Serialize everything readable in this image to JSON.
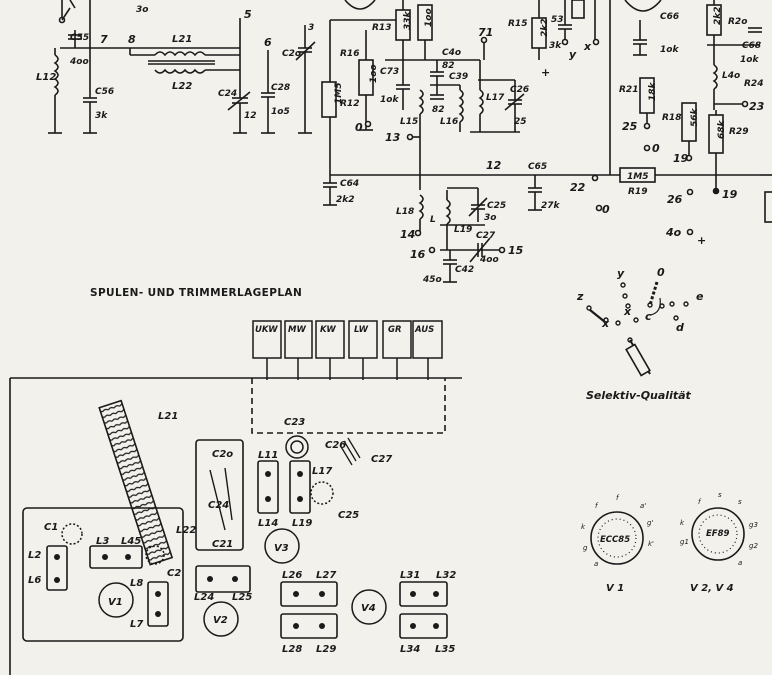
{
  "plan_title": "SPULEN- UND TRIMMERLAGEPLAN",
  "selector_caption": "Selektiv-Qualität",
  "buttons": [
    "UKW",
    "MW",
    "KW",
    "LW",
    "GR",
    "AUS"
  ],
  "selector_letters": [
    "y",
    "0",
    "z",
    "c",
    "e",
    "x",
    "d"
  ],
  "top_components": {
    "C55": "C55",
    "C55_val": "4oo",
    "L12": "L12",
    "L21": "L21",
    "L22": "L22",
    "C56": "C56",
    "C56_val": "3k",
    "C24": "C24",
    "C24_val": "12",
    "C28": "C28",
    "C28_val": "1o5",
    "C2o": "C2o",
    "C2o_num": "3",
    "n5": "5",
    "n6": "6",
    "n7": "7",
    "n8": "8",
    "n3o": "3o",
    "R12": "R12",
    "R12_val": "1M5",
    "R16": "R16",
    "R16_val": "1oo",
    "R13": "R13",
    "R13_val": "33k",
    "R13b_val": "1oo",
    "C73": "C73",
    "C73_val": "1ok",
    "C4o": "C4o",
    "C4o_val": "82",
    "C39": "C39",
    "C39_val": "82",
    "L15": "L15",
    "L16": "L16",
    "L17": "L17",
    "C26": "C26",
    "C26_val": "25",
    "n71": "71",
    "n0": "0",
    "n13": "13",
    "R15": "R15",
    "R15_val": "2k2",
    "C53": "53",
    "C53_val": "3k",
    "ny": "y",
    "nx": "x",
    "plus": "+",
    "C66": "C66",
    "C66_val": "1ok",
    "R2o": "R2o",
    "R2o_val": "2k2",
    "C68": "C68",
    "C68_val": "1ok",
    "L4o": "L4o",
    "R24": "R24",
    "n23": "23",
    "R21": "R21",
    "R21_val": "18k",
    "R18": "R18",
    "R18_val": "56k",
    "R29": "R29",
    "R29_val": "68k",
    "n25": "25",
    "n19": "19",
    "C64": "C64",
    "C64_val": "2k2",
    "n12": "12",
    "C65": "C65",
    "C65_val": "27k",
    "n22": "22",
    "R19": "R19",
    "R19_val": "1M5",
    "n26": "26",
    "n19b": "19",
    "L18": "L18",
    "n14": "14",
    "L19": "L19",
    "L19_pre": "L",
    "C25": "C25",
    "C25_val": "3o",
    "C27": "C27",
    "C27_val": "4oo",
    "C42": "C42",
    "C42_val": "45o",
    "n16": "16",
    "n15": "15",
    "n4o": "4o",
    "n4o_plus": "+",
    "n0b": "0"
  },
  "plan_labels": {
    "L21": "L21",
    "C23": "C23",
    "C26": "C26",
    "C27": "C27",
    "C2o": "C2o",
    "C24": "C24",
    "C21": "C21",
    "L22": "L22",
    "L11": "L11",
    "L17": "L17",
    "L14": "L14",
    "L19": "L19",
    "C25": "C25",
    "V3": "V3",
    "C1": "C1",
    "L3": "L3",
    "L45": "L45",
    "L2": "L2",
    "L6": "L6",
    "V1": "V1",
    "L8": "L8",
    "L7": "L7",
    "C2": "C2",
    "L24": "L24",
    "L25": "L25",
    "V2": "V2",
    "L26": "L26",
    "L27": "L27",
    "L28": "L28",
    "L29": "L29",
    "V4": "V4",
    "L31": "L31",
    "L32": "L32",
    "L34": "L34",
    "L35": "L35"
  },
  "tube_sockets": [
    {
      "name": "ECC85",
      "caption": "V 1",
      "pins": [
        "f",
        "f",
        "a'",
        "g'",
        "k'",
        "a",
        "g",
        "k"
      ]
    },
    {
      "name": "EF89",
      "caption": "V 2, V 4",
      "pins": [
        "f",
        "s",
        "g3",
        "g2",
        "a",
        "g1",
        "k"
      ]
    }
  ]
}
